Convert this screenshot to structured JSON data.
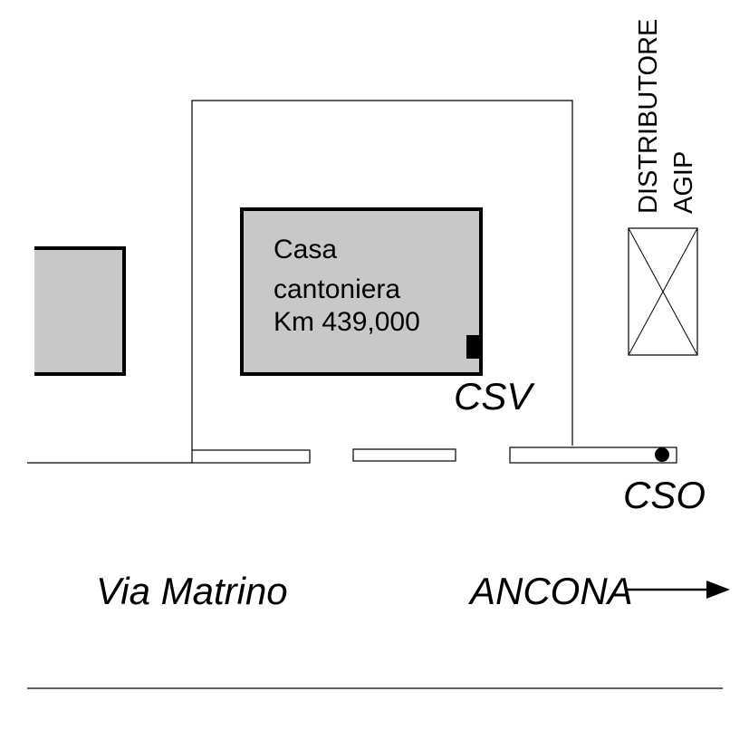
{
  "labels": {
    "house_line1": "Casa",
    "house_line2": "cantoniera",
    "house_line3": "Km 439,000",
    "csv": "CSV",
    "cso": "CSO",
    "road_name": "Via Matrino",
    "direction": "ANCONA",
    "station_line1": "DISTRIBUTORE",
    "station_line2": "AGIP"
  },
  "colors": {
    "building_fill": "#c8c8c8",
    "stroke": "#000000",
    "background": "#ffffff"
  }
}
